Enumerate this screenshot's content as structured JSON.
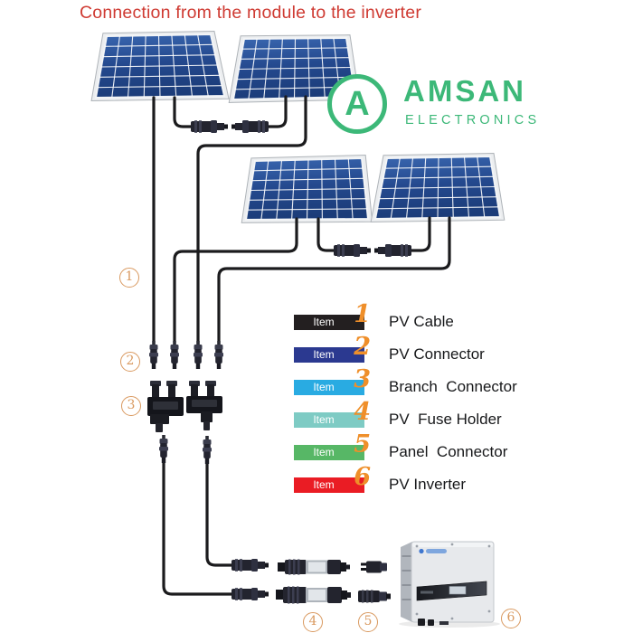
{
  "title": {
    "text": "Connection from the module to the inverter",
    "color": "#cf3b33"
  },
  "logo": {
    "letter": "A",
    "brand": "AMSAN",
    "sub": "ELECTRONICS",
    "color": "#3cb878"
  },
  "diagram": {
    "panel_count": 4,
    "marker_color": "#d9995f",
    "markers": [
      "1",
      "2",
      "3",
      "4",
      "5",
      "6"
    ]
  },
  "legend": {
    "number_color": "#ef8f2a",
    "items": [
      {
        "tag": "Item",
        "number": "1",
        "label": "PV Cable",
        "color": "#231f20"
      },
      {
        "tag": "Item",
        "number": "2",
        "label": "PV Connector",
        "color": "#2b3990"
      },
      {
        "tag": "Item",
        "number": "3",
        "label": "Branch  Connector",
        "color": "#29abe2"
      },
      {
        "tag": "Item",
        "number": "4",
        "label": "PV  Fuse Holder",
        "color": "#7ecbc4"
      },
      {
        "tag": "Item",
        "number": "5",
        "label": "Panel  Connector",
        "color": "#57b766"
      },
      {
        "tag": "Item",
        "number": "6",
        "label": "PV Inverter",
        "color": "#ea1c24"
      }
    ]
  }
}
